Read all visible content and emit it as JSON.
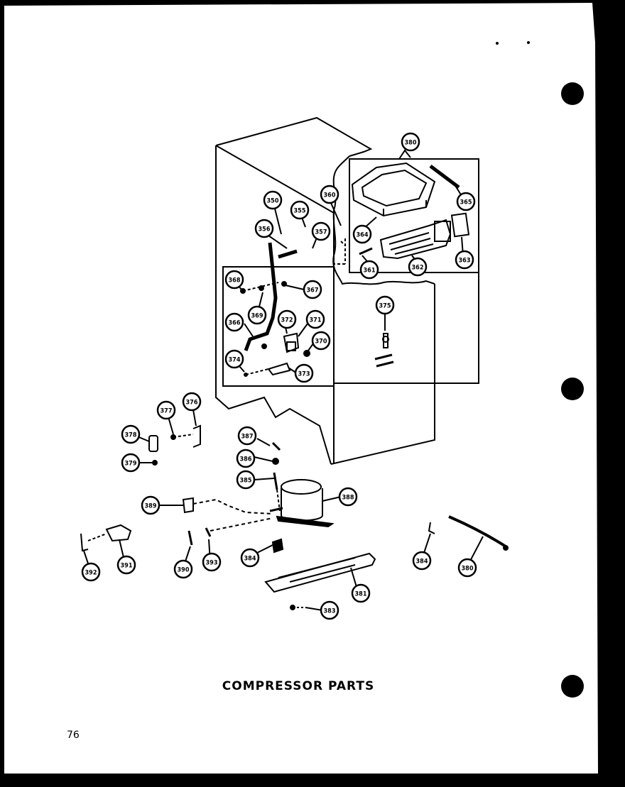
{
  "caption": "COMPRESSOR PARTS",
  "page_number": "76",
  "callouts": [
    {
      "id": "c380",
      "label": "380"
    },
    {
      "id": "c350",
      "label": "350"
    },
    {
      "id": "c355",
      "label": "355"
    },
    {
      "id": "c360",
      "label": "360"
    },
    {
      "id": "c356",
      "label": "356"
    },
    {
      "id": "c357",
      "label": "357"
    },
    {
      "id": "c364",
      "label": "364"
    },
    {
      "id": "c365",
      "label": "365"
    },
    {
      "id": "c361",
      "label": "361"
    },
    {
      "id": "c362",
      "label": "362"
    },
    {
      "id": "c363",
      "label": "363"
    },
    {
      "id": "c368",
      "label": "368"
    },
    {
      "id": "c367",
      "label": "367"
    },
    {
      "id": "c369",
      "label": "369"
    },
    {
      "id": "c375",
      "label": "375"
    },
    {
      "id": "c366",
      "label": "366"
    },
    {
      "id": "c372",
      "label": "372"
    },
    {
      "id": "c371",
      "label": "371"
    },
    {
      "id": "c370",
      "label": "370"
    },
    {
      "id": "c374",
      "label": "374"
    },
    {
      "id": "c373",
      "label": "373"
    },
    {
      "id": "c377",
      "label": "377"
    },
    {
      "id": "c376",
      "label": "376"
    },
    {
      "id": "c378",
      "label": "378"
    },
    {
      "id": "c379",
      "label": "379"
    },
    {
      "id": "c387",
      "label": "387"
    },
    {
      "id": "c386",
      "label": "386"
    },
    {
      "id": "c385",
      "label": "385"
    },
    {
      "id": "c389",
      "label": "389"
    },
    {
      "id": "c388",
      "label": "388"
    },
    {
      "id": "c384a",
      "label": "384"
    },
    {
      "id": "c392",
      "label": "392"
    },
    {
      "id": "c391",
      "label": "391"
    },
    {
      "id": "c390",
      "label": "390"
    },
    {
      "id": "c393",
      "label": "393"
    },
    {
      "id": "c381",
      "label": "381"
    },
    {
      "id": "c383",
      "label": "383"
    },
    {
      "id": "c384b",
      "label": "384"
    },
    {
      "id": "c380b",
      "label": "380"
    }
  ]
}
